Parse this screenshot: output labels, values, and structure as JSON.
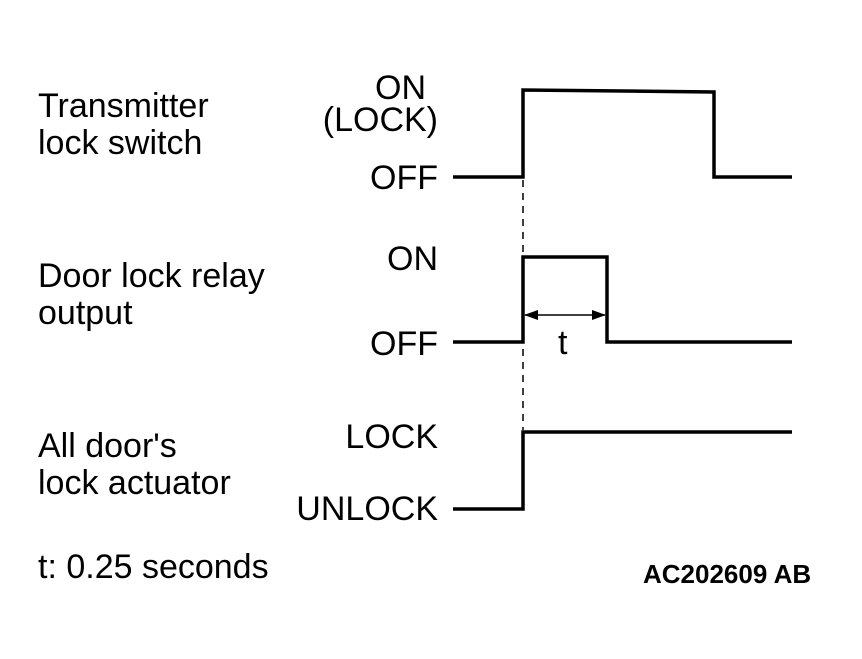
{
  "signals": [
    {
      "name_line1": "Transmitter",
      "name_line2": "lock switch",
      "high_state_line1": "ON",
      "high_state_line2": "(LOCK)",
      "low_state": "OFF"
    },
    {
      "name_line1": "Door lock relay",
      "name_line2": "output",
      "high_state": "ON",
      "low_state": "OFF",
      "pulse_label": "t"
    },
    {
      "name_line1": "All door's",
      "name_line2": "lock actuator",
      "high_state": "LOCK",
      "low_state": "UNLOCK"
    }
  ],
  "footnote": "t: 0.25 seconds",
  "reference_code": "AC202609 AB",
  "colors": {
    "line": "#000000",
    "background": "#ffffff"
  }
}
